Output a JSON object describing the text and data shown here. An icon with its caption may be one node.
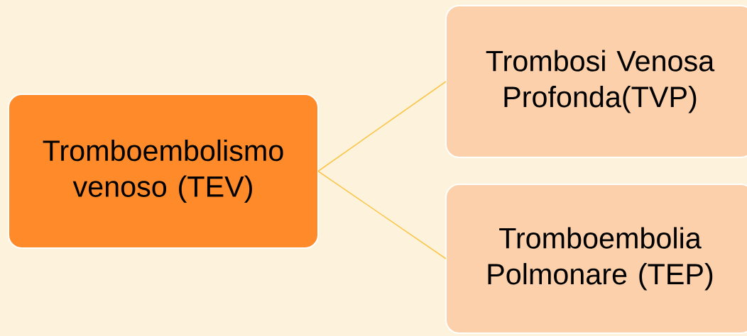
{
  "diagram": {
    "nodes": [
      {
        "text": [
          "Tromboembolismo venoso (TEV)"
        ]
      },
      {
        "text": [
          "Trombosi Venosa Profonda(TVP)"
        ]
      },
      {
        "text": [
          "Tromboembolia Polmonare (TEP)"
        ]
      }
    ],
    "edges": [
      {
        "from": 0,
        "to": 1,
        "arrow": "none"
      },
      {
        "from": 0,
        "to": 2,
        "arrow": "none"
      }
    ]
  }
}
